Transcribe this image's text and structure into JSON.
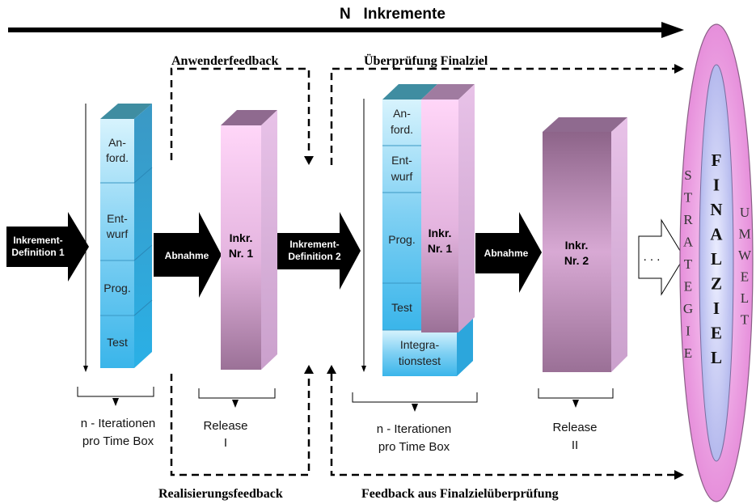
{
  "title": "N   Inkremente",
  "feedback": {
    "anwender": "Anwenderfeedback",
    "finalziel_check": "Überprüfung Finalziel",
    "realisierung": "Realisierungsfeedback",
    "finalziel_feedback": "Feedback aus Finalzielüberprüfung"
  },
  "arrows": {
    "def1": [
      "Inkrement-",
      "Definition 1"
    ],
    "abnahme1": "Abnahme",
    "def2": [
      "Inkrement-",
      "Definition 2"
    ],
    "abnahme2": "Abnahme",
    "ellipsis": ". . ."
  },
  "phases1": [
    [
      "An-",
      "ford."
    ],
    [
      "Ent-",
      "wurf"
    ],
    [
      "Prog."
    ],
    [
      "Test"
    ]
  ],
  "phases2": [
    [
      "An-",
      "ford."
    ],
    [
      "Ent-",
      "wurf"
    ],
    [
      "Prog."
    ],
    [
      "Test"
    ]
  ],
  "integration": [
    "Integra-",
    "tionstest"
  ],
  "inkr1": [
    "Inkr.",
    "Nr. 1"
  ],
  "inkr1b": [
    "Inkr.",
    "Nr. 1"
  ],
  "inkr2": [
    "Inkr.",
    "Nr. 2"
  ],
  "captions": {
    "iter1": [
      "n - Iterationen",
      "pro Time Box"
    ],
    "release1": [
      "Release",
      "I"
    ],
    "iter2": [
      "n - Iterationen",
      "pro Time Box"
    ],
    "release2": [
      "Release",
      "II"
    ]
  },
  "ellipse": {
    "strategie": [
      "S",
      "T",
      "R",
      "A",
      "T",
      "E",
      "G",
      "I",
      "E"
    ],
    "finalziel": [
      "F",
      "I",
      "N",
      "A",
      "L",
      "Z",
      "I",
      "E",
      "L"
    ],
    "umwelt": [
      "U",
      "M",
      "W",
      "E",
      "L",
      "T"
    ]
  },
  "colors": {
    "blue_front_top": "#c9eefb",
    "blue_front_bottom": "#39b8ec",
    "blue_top": "#3c8aa0",
    "blue_side": "#2ca2d8",
    "pink_front": "#ffd1f5",
    "mauve_front": "#a0779d",
    "mauve_side": "#dbb0dc",
    "mauve_top": "#91668f",
    "ellipse_outer": "#efa6e6",
    "ellipse_inner": "#c0c4f2"
  }
}
